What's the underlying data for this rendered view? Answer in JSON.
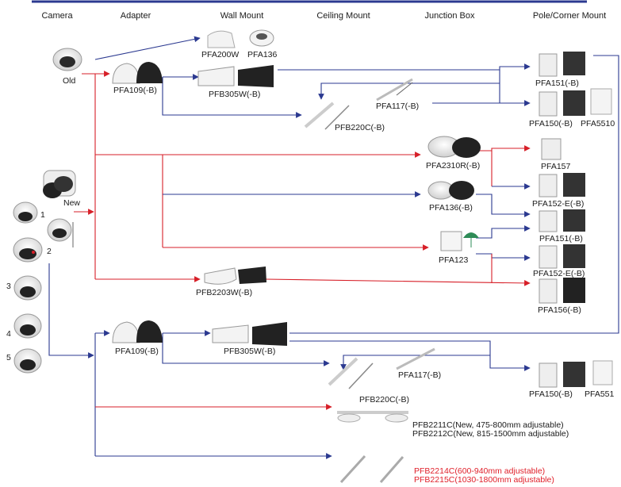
{
  "columns": [
    "Camera",
    "Adapter",
    "Wall Mount",
    "Ceiling Mount",
    "Junction Box",
    "Pole/Corner Mount"
  ],
  "cameras": {
    "old": "Old",
    "new": "New",
    "n1": "1",
    "n2": "2",
    "n3": "3",
    "n4": "4",
    "n5": "5"
  },
  "labels": {
    "pfa200w": "PFA200W",
    "pfa136_top": "PFA136",
    "pfa109_top": "PFA109(-B)",
    "pfb305w_top": "PFB305W(-B)",
    "pfa117_top": "PFA117(-B)",
    "pfb220c_top": "PFB220C(-B)",
    "pfa151_top": "PFA151(-B)",
    "pfa150_top": "PFA150(-B)",
    "pfa5510_top": "PFA5510",
    "pfa2310r": "PFA2310R(-B)",
    "pfa157": "PFA157",
    "pfa136_mid": "PFA136(-B)",
    "pfa152e_a": "PFA152-E(-B)",
    "pfa151_mid": "PFA151(-B)",
    "pfa123": "PFA123",
    "pfa152e_b": "PFA152-E(-B)",
    "pfb2203w": "PFB2203W(-B)",
    "pfa156": "PFA156(-B)",
    "pfa109_bot": "PFA109(-B)",
    "pfb305w_bot": "PFB305W(-B)",
    "pfa117_bot": "PFA117(-B)",
    "pfb220c_bot": "PFB220C(-B)",
    "pfa150_bot": "PFA150(-B)",
    "pfa551_bot": "PFA551",
    "pfb2211c": "PFB2211C(New, 475-800mm adjustable)",
    "pfb2212c": "PFB2212C(New, 815-1500mm adjustable)",
    "pfb2214c": "PFB2214C(600-940mm adjustable)",
    "pfb2215c": "PFB2215C(1030-1800mm adjustable)"
  },
  "colors": {
    "navy": "#2b3990",
    "red": "#d71f28",
    "gray": "#d9d9d9",
    "dark": "#333333"
  }
}
